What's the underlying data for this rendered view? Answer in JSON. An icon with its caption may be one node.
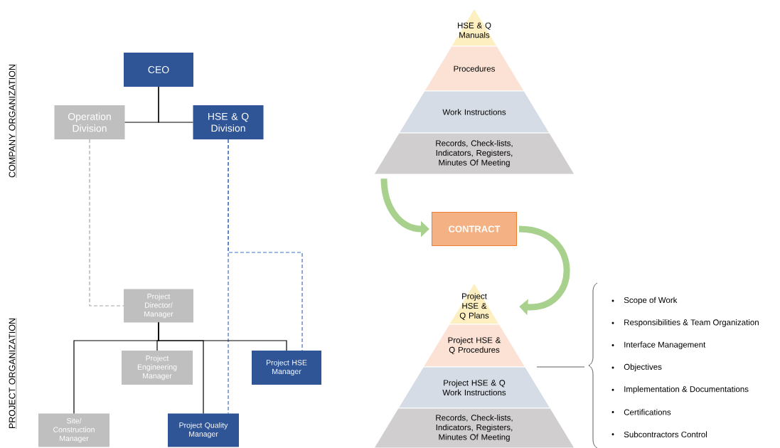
{
  "diagram": {
    "nodes": [
      {
        "text": [
          "CEO"
        ]
      },
      {
        "text": [
          "Operation Division"
        ]
      },
      {
        "text": [
          "HSE & Q Division"
        ]
      },
      {
        "text": [
          "Project Director/ Manager"
        ]
      },
      {
        "text": [
          "Project Engineering Manager"
        ]
      },
      {
        "text": [
          "Project HSE Manager"
        ]
      },
      {
        "text": [
          "Site/ Construction Manager"
        ]
      },
      {
        "text": [
          "Project Quality Manager"
        ]
      },
      {
        "text": [
          "HSE & Q Manuals"
        ]
      },
      {
        "text": [
          "Procedures"
        ]
      },
      {
        "text": [
          "Work Instructions"
        ]
      },
      {
        "text": [
          "Records, Check-lists, Indicators, Registers, Minutes Of Meeting"
        ]
      },
      {
        "text": [
          "CONTRACT"
        ]
      },
      {
        "text": [
          "Project HSE & Q Plans"
        ]
      },
      {
        "text": [
          "Project HSE & Q Procedures"
        ]
      },
      {
        "text": [
          "Project HSE & Q Work Instructions"
        ]
      },
      {
        "text": [
          "Records, Check-lists, Indicators, Registers, Minutes Of Meeting"
        ]
      }
    ],
    "edges": [
      {
        "from": 0,
        "to": 1,
        "arrow": "none"
      },
      {
        "from": 0,
        "to": 2,
        "arrow": "none"
      },
      {
        "from": 1,
        "to": 3,
        "arrow": "none",
        "style": "dashed",
        "color": "#a6a6a6"
      },
      {
        "from": 2,
        "to": 5,
        "arrow": "none",
        "style": "dashed",
        "color": "#4472c4"
      },
      {
        "from": 2,
        "to": 7,
        "arrow": "none",
        "style": "dashed",
        "color": "#4472c4"
      },
      {
        "from": 3,
        "to": 4,
        "arrow": "none"
      },
      {
        "from": 3,
        "to": 5,
        "arrow": "none"
      },
      {
        "from": 3,
        "to": 6,
        "arrow": "none"
      },
      {
        "from": 3,
        "to": 7,
        "arrow": "none"
      },
      {
        "from": 11,
        "to": 12,
        "arrow": "to",
        "style": "thick",
        "color": "#a9d18e"
      },
      {
        "from": 12,
        "to": 13,
        "arrow": "to",
        "style": "thick",
        "color": "#a9d18e"
      }
    ],
    "labels": [
      "COMPANY ORGANIZATION",
      "PROJECT ORGANIZATION",
      "Scope of Work",
      "Responsibilities & Team Organization",
      "Interface Management",
      "Objectives",
      "Implementation & Documentations",
      "Certifications",
      "Subcontractors Control"
    ]
  }
}
